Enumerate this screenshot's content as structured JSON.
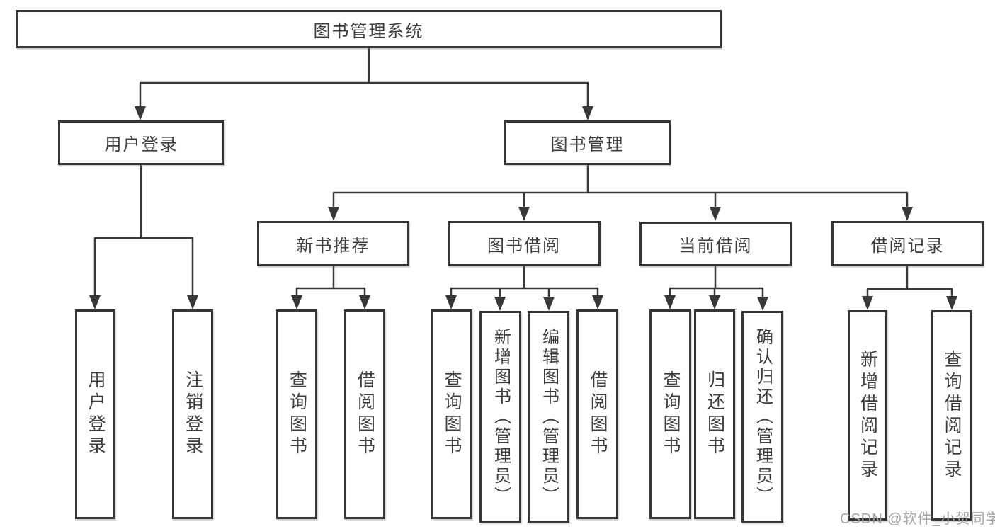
{
  "diagram": {
    "root": {
      "label": "图书管理系统"
    },
    "level2": [
      {
        "id": "user-login",
        "label": "用户登录"
      },
      {
        "id": "book-management",
        "label": "图书管理"
      }
    ],
    "level3": [
      {
        "id": "new-book-recommend",
        "label": "新书推荐"
      },
      {
        "id": "book-borrowing",
        "label": "图书借阅"
      },
      {
        "id": "current-borrowing",
        "label": "当前借阅"
      },
      {
        "id": "borrowing-records",
        "label": "借阅记录"
      }
    ],
    "leaves": [
      {
        "id": "user-login-leaf",
        "label": "用户登录"
      },
      {
        "id": "logout",
        "label": "注销登录"
      },
      {
        "id": "query-books-recommend",
        "label": "查询图书"
      },
      {
        "id": "borrow-books-recommend",
        "label": "借阅图书"
      },
      {
        "id": "query-books-borrowing",
        "label": "查询图书"
      },
      {
        "id": "add-book-admin",
        "label": "新增图书（管理员）"
      },
      {
        "id": "edit-book-admin",
        "label": "编辑图书（管理员）"
      },
      {
        "id": "borrow-books-borrowing",
        "label": "借阅图书"
      },
      {
        "id": "query-books-current",
        "label": "查询图书"
      },
      {
        "id": "return-books",
        "label": "归还图书"
      },
      {
        "id": "confirm-return-admin",
        "label": "确认归还（管理员）"
      },
      {
        "id": "add-borrow-record",
        "label": "新增借阅记录"
      },
      {
        "id": "query-borrow-record",
        "label": "查询借阅记录"
      }
    ],
    "watermark": "CSDN @软件_小贺同学",
    "colors": {
      "line": "#383838",
      "border": "#363636",
      "text": "#3d3d3d",
      "watermark": "#a4a4a4",
      "background": "#ffffff"
    }
  }
}
